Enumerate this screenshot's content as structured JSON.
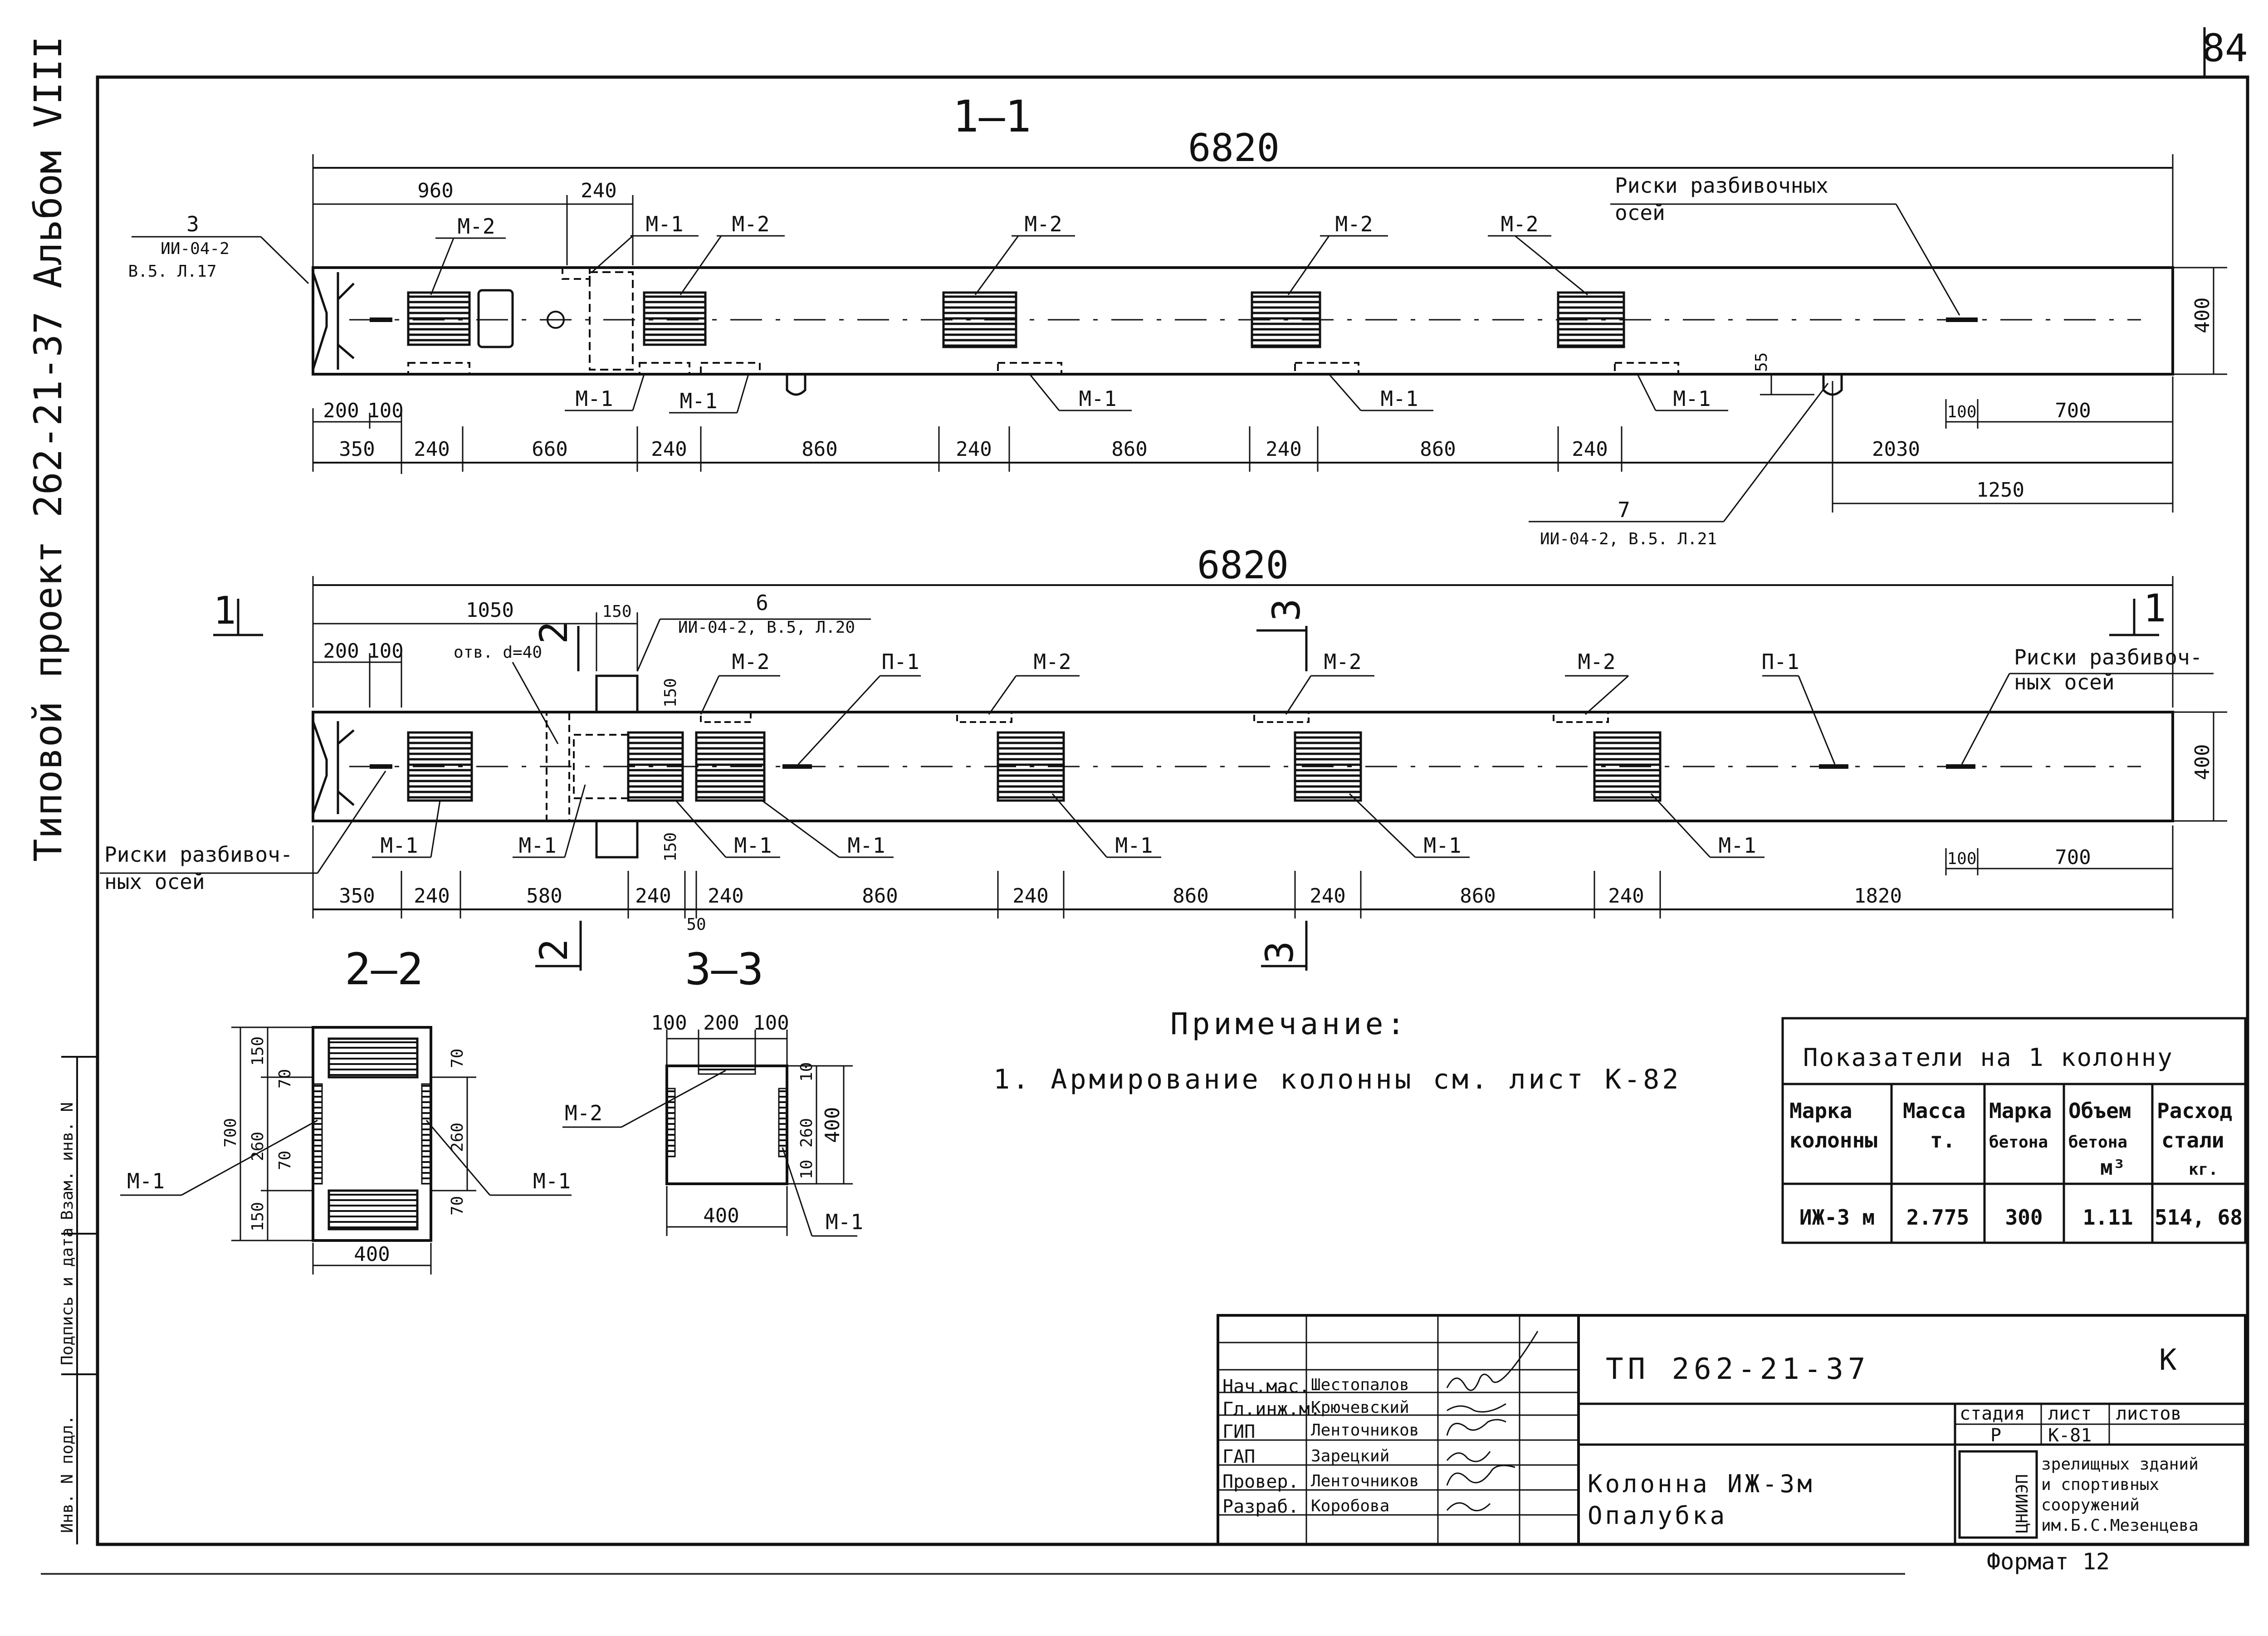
{
  "page_number": "84",
  "side_caption": "Типовой проект 262-21-37 Альбом VIII",
  "side_stamp": {
    "inv_podl": "Инв. N подл.",
    "podpis": "Подпись и дата",
    "vzam": "Взам. инв. N"
  },
  "view_1": {
    "title": "1—1",
    "overall": "6820",
    "d960": "960",
    "d240": "240",
    "callout3_num": "3",
    "callout3_ref1": "ИИ-04-2",
    "callout3_ref2": "В.5. Л.17",
    "riski": "Риски разбивочных",
    "riski2": "осей",
    "m1": "М-1",
    "m2": "М-2",
    "height": "400",
    "d55": "55",
    "bottom_a": [
      "200",
      "100"
    ],
    "bottom_b": [
      "350",
      "240",
      "660",
      "240",
      "860",
      "240",
      "860",
      "240",
      "860",
      "240",
      "2030"
    ],
    "right_a": [
      "100",
      "700"
    ],
    "d1250": "1250",
    "callout7_num": "7",
    "callout7_ref": "ИИ-04-2, В.5. Л.21"
  },
  "view_2": {
    "overall": "6820",
    "d1050": "1050",
    "d150": "150",
    "callout6_num": "6",
    "callout6_ref": "ИИ-04-2, В.5, Л.20",
    "otv": "отв. d=40",
    "top_a": [
      "200",
      "100"
    ],
    "cut1": "1",
    "cut2": "2",
    "cut3": "3",
    "p1": "П-1",
    "m1": "М-1",
    "m2": "М-2",
    "height": "400",
    "d150v": "150",
    "riski_l1": "Риски разбивоч-",
    "riski_l2": "ных осей",
    "riski_r1": "Риски разбивоч-",
    "riski_r2": "ных осей",
    "bottom": [
      "350",
      "240",
      "580",
      "240",
      "240",
      "860",
      "240",
      "860",
      "240",
      "860",
      "240",
      "1820"
    ],
    "d50": "50",
    "right_a": [
      "100",
      "700"
    ]
  },
  "section_2": {
    "title": "2—2",
    "d700": "700",
    "d150a": "150",
    "d70": "70",
    "d260": "260",
    "d400": "400",
    "m1": "М-1"
  },
  "section_3": {
    "title": "3—3",
    "top": [
      "100",
      "200",
      "100"
    ],
    "d10": "10",
    "d260": "260",
    "d400": "400",
    "m1": "М-1",
    "m2": "М-2"
  },
  "note": {
    "heading": "Примечание:",
    "line1": "1. Армирование колонны см. лист К-82"
  },
  "indicators": {
    "title": "Показатели на 1 колонну",
    "headers": [
      [
        "Марка",
        "колонны"
      ],
      [
        "Масса",
        "т."
      ],
      [
        "Марка",
        "бетона"
      ],
      [
        "Объем",
        "бетона",
        "м³"
      ],
      [
        "Расход",
        "стали",
        "кг."
      ]
    ],
    "row": [
      "ИЖ-3 м",
      "2.775",
      "300",
      "1.11",
      "514, 68"
    ]
  },
  "title_block": {
    "doc_code": "ТП 262-21-37",
    "part": "К",
    "roles": [
      "Нач.мас.",
      "Гл.инж.м.",
      "ГИП",
      "ГАП",
      "Провер.",
      "Разраб."
    ],
    "names": [
      "Шестопалов",
      "Крючевский",
      "Ленточников",
      "Зарецкий",
      "Ленточников",
      "Коробова"
    ],
    "stage_h": "стадия",
    "sheet_h": "лист",
    "sheets_h": "листов",
    "stage": "Р",
    "sheet": "К-81",
    "object1": "Колонна ИЖ-3м",
    "object2": "Опалубка",
    "org_logo": "ЦНИИЭП",
    "org1": "зрелищных зданий",
    "org2": "и спортивных",
    "org3": "сооружений",
    "org4": "им.Б.С.Мезенцева",
    "format": "Формат 12"
  }
}
